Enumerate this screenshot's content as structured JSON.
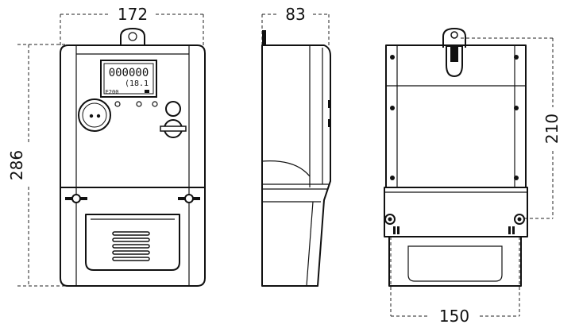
{
  "dimensions": {
    "front_width": "172",
    "front_height": "286",
    "side_depth": "83",
    "back_height": "210",
    "back_width": "150"
  },
  "display": {
    "main_reading": "000000",
    "line2": "(18.1",
    "line3": "E200"
  }
}
